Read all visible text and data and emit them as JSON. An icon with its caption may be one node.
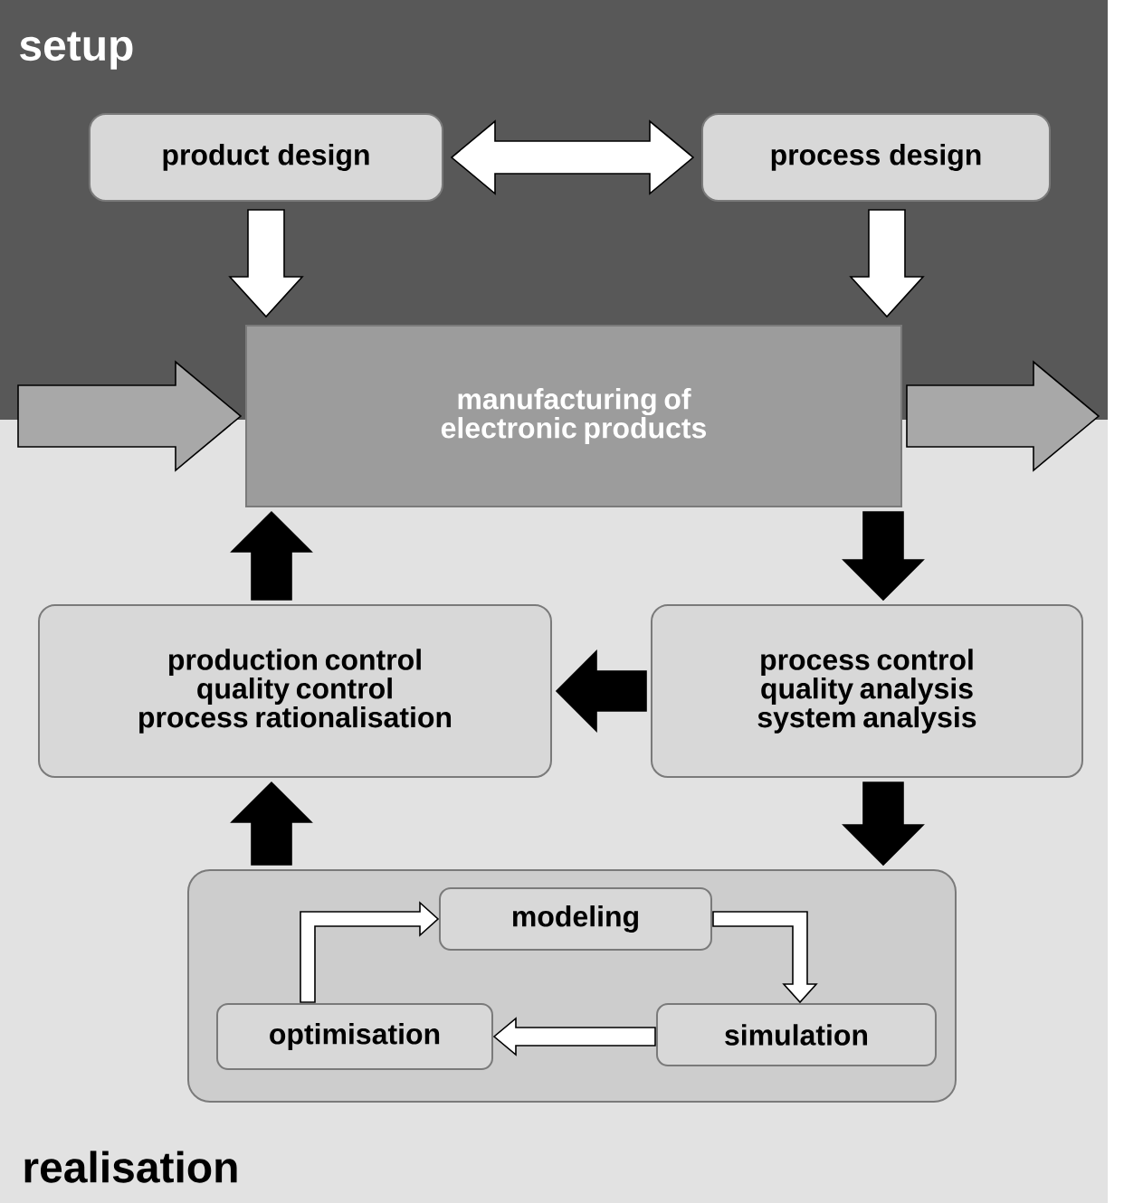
{
  "diagram": {
    "nodes": [
      {
        "text": [
          "product design"
        ]
      },
      {
        "text": [
          "process design"
        ]
      },
      {
        "text": [
          "manufacturing of electronic products"
        ]
      },
      {
        "text": [
          "production control quality control process rationalisation"
        ]
      },
      {
        "text": [
          "process control quality analysis system analysis"
        ]
      },
      {
        "text": [],
        "shape": "box"
      },
      {
        "text": [
          "modeling"
        ],
        "in": 5
      },
      {
        "text": [
          "simulation"
        ],
        "in": 5
      },
      {
        "text": [
          "optimisation"
        ],
        "in": 5
      }
    ],
    "edges": [
      {
        "from": 0,
        "to": 1,
        "arrow": "both"
      },
      {
        "from": 0,
        "to": 2,
        "arrow": "to"
      },
      {
        "from": 1,
        "to": 2,
        "arrow": "to"
      },
      {
        "from": null,
        "to": 2,
        "arrow": "to",
        "color": "#a8a8a8"
      },
      {
        "from": 2,
        "to": null,
        "arrow": "to",
        "color": "#a8a8a8"
      },
      {
        "from": 2,
        "to": 4,
        "arrow": "to",
        "color": "#000000"
      },
      {
        "from": 4,
        "to": 3,
        "arrow": "to",
        "color": "#000000"
      },
      {
        "from": 3,
        "to": 2,
        "arrow": "to",
        "color": "#000000"
      },
      {
        "from": 4,
        "to": 5,
        "arrow": "to",
        "color": "#000000"
      },
      {
        "from": 5,
        "to": 3,
        "arrow": "to",
        "color": "#000000"
      },
      {
        "from": 6,
        "to": 7,
        "arrow": "to"
      },
      {
        "from": 7,
        "to": 8,
        "arrow": "to"
      },
      {
        "from": 8,
        "to": 6,
        "arrow": "to"
      }
    ],
    "labels": [
      "setup",
      "realisation"
    ]
  }
}
